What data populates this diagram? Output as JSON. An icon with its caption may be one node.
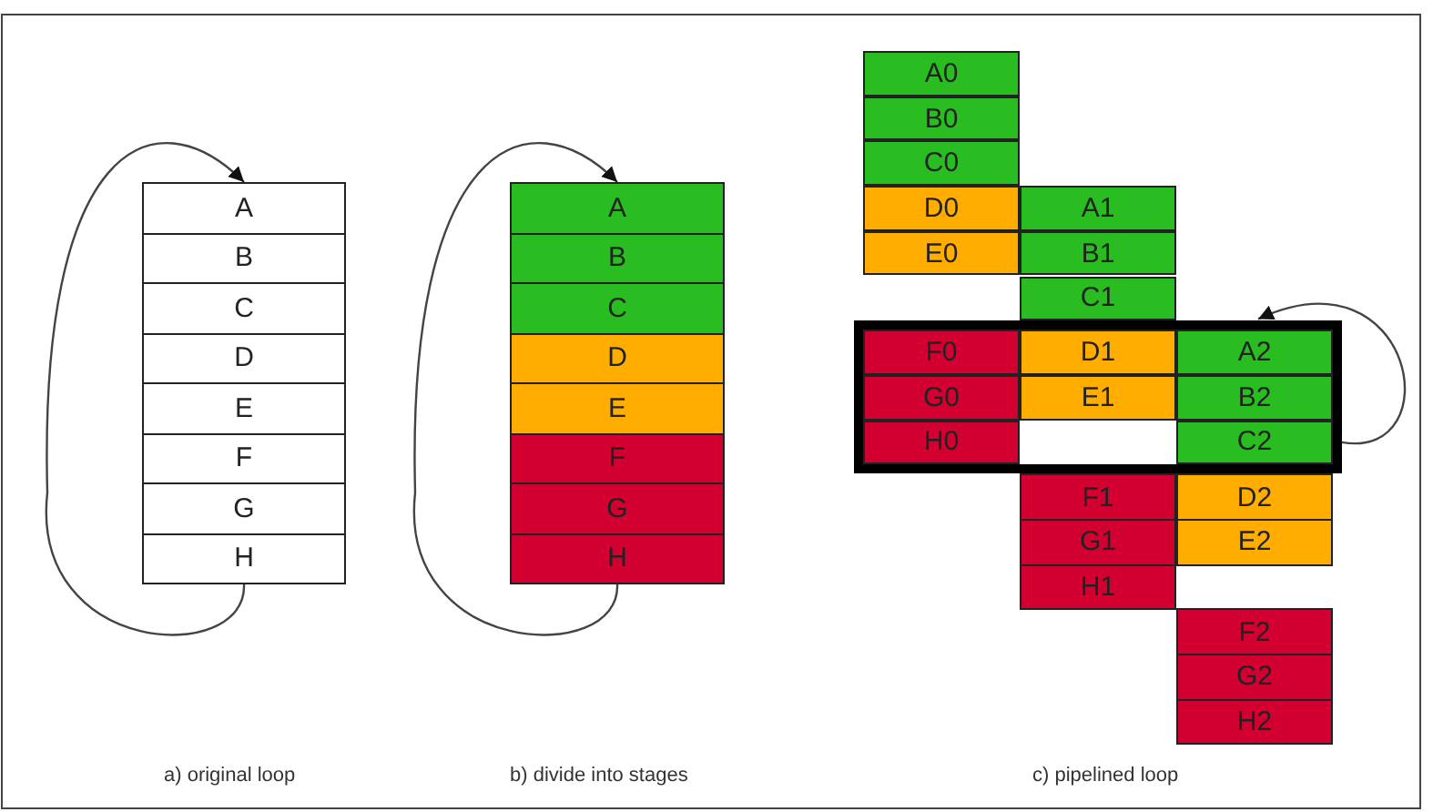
{
  "diagram": {
    "nodes": [
      {
        "text": [
          "A"
        ]
      },
      {
        "text": [
          "B"
        ]
      },
      {
        "text": [
          "C"
        ]
      },
      {
        "text": [
          "D"
        ]
      },
      {
        "text": [
          "E"
        ]
      },
      {
        "text": [
          "F"
        ]
      },
      {
        "text": [
          "G"
        ]
      },
      {
        "text": [
          "H"
        ]
      },
      {
        "text": [
          "A"
        ]
      },
      {
        "text": [
          "B"
        ]
      },
      {
        "text": [
          "C"
        ]
      },
      {
        "text": [
          "D"
        ]
      },
      {
        "text": [
          "E"
        ]
      },
      {
        "text": [
          "F"
        ]
      },
      {
        "text": [
          "G"
        ]
      },
      {
        "text": [
          "H"
        ]
      },
      {
        "text": [
          "A0"
        ]
      },
      {
        "text": [
          "B0"
        ]
      },
      {
        "text": [
          "C0"
        ]
      },
      {
        "text": [
          "D0"
        ]
      },
      {
        "text": [
          "A1"
        ]
      },
      {
        "text": [
          "E0"
        ]
      },
      {
        "text": [
          "B1"
        ]
      },
      {
        "text": [
          "C1"
        ]
      },
      {
        "text": [],
        "shape": "box"
      },
      {
        "text": [
          "F0"
        ],
        "in": 24
      },
      {
        "text": [
          "D1"
        ],
        "in": 24
      },
      {
        "text": [
          "A2"
        ],
        "in": 24
      },
      {
        "text": [
          "G0"
        ],
        "in": 24
      },
      {
        "text": [
          "E1"
        ],
        "in": 24
      },
      {
        "text": [
          "B2"
        ],
        "in": 24
      },
      {
        "text": [
          "H0"
        ],
        "in": 24
      },
      {
        "text": [
          "C2"
        ],
        "in": 24
      },
      {
        "text": [
          "F1"
        ]
      },
      {
        "text": [
          "D2"
        ]
      },
      {
        "text": [
          "G1"
        ]
      },
      {
        "text": [
          "E2"
        ]
      },
      {
        "text": [
          "H1"
        ]
      },
      {
        "text": [
          "F2"
        ]
      },
      {
        "text": [
          "G2"
        ]
      },
      {
        "text": [
          "H2"
        ]
      }
    ],
    "edges": [
      {
        "from": 7,
        "to": 0,
        "arrow": "to"
      },
      {
        "from": 15,
        "to": 8,
        "arrow": "to"
      },
      {
        "from": 32,
        "to": 27,
        "arrow": "to"
      }
    ],
    "labels": [
      "a) original loop",
      "b) divide into stages",
      "c) pipelined loop"
    ]
  }
}
